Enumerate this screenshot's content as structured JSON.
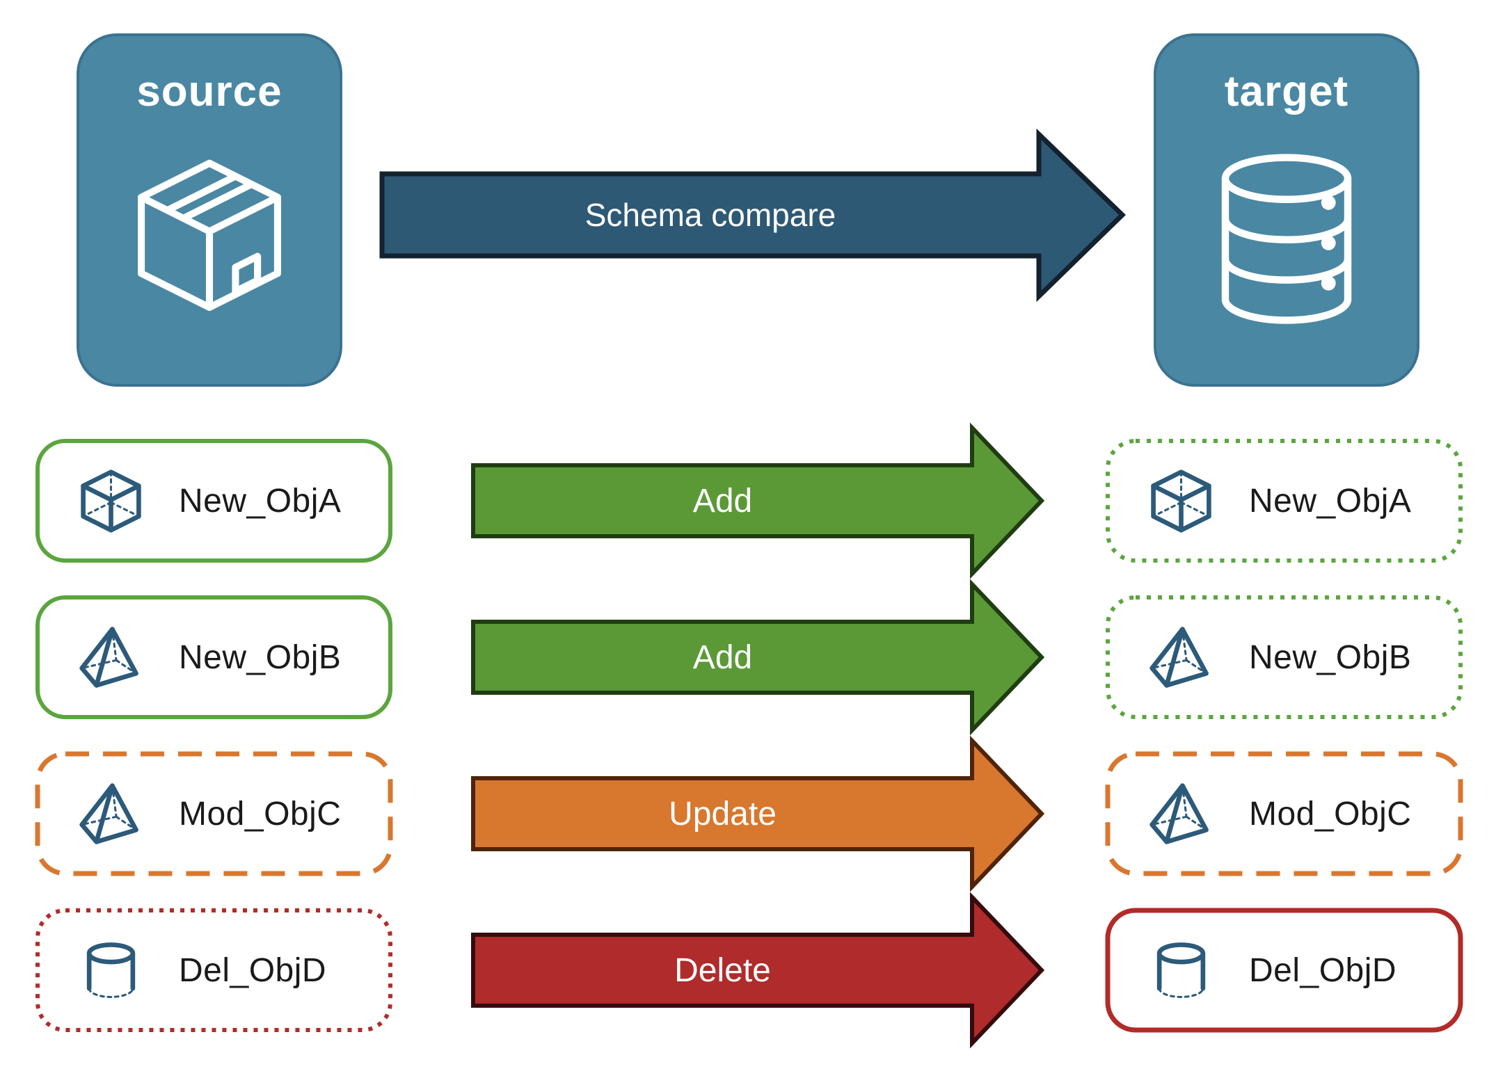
{
  "nodes": {
    "source": {
      "label": "source",
      "icon": "package-icon"
    },
    "target": {
      "label": "target",
      "icon": "database-icon"
    }
  },
  "main_arrow": {
    "label": "Schema compare"
  },
  "rows": [
    {
      "left": {
        "label": "New_ObjA",
        "icon": "cube-icon",
        "border": "solid-green"
      },
      "arrow": {
        "label": "Add",
        "action": "add"
      },
      "right": {
        "label": "New_ObjA",
        "icon": "cube-icon",
        "border": "dotted-green"
      }
    },
    {
      "left": {
        "label": "New_ObjB",
        "icon": "pyramid-icon",
        "border": "solid-green"
      },
      "arrow": {
        "label": "Add",
        "action": "add"
      },
      "right": {
        "label": "New_ObjB",
        "icon": "pyramid-icon",
        "border": "dotted-green"
      }
    },
    {
      "left": {
        "label": "Mod_ObjC",
        "icon": "pyramid-icon",
        "border": "dashed-orange"
      },
      "arrow": {
        "label": "Update",
        "action": "update"
      },
      "right": {
        "label": "Mod_ObjC",
        "icon": "pyramid-icon",
        "border": "dashed-orange"
      }
    },
    {
      "left": {
        "label": "Del_ObjD",
        "icon": "cylinder-icon",
        "border": "dotted-red"
      },
      "arrow": {
        "label": "Delete",
        "action": "delete"
      },
      "right": {
        "label": "Del_ObjD",
        "icon": "cylinder-icon",
        "border": "solid-red"
      }
    }
  ],
  "colors": {
    "node_fill": "#4A87A3",
    "node_border": "#3B7290",
    "schema_arrow_fill": "#2E5975",
    "schema_arrow_outline": "#14212E",
    "add_arrow_fill": "#5B9937",
    "add_arrow_outline": "#203D12",
    "update_arrow_fill": "#D8772E",
    "update_arrow_outline": "#4F2409",
    "delete_arrow_fill": "#B02B2B",
    "delete_arrow_outline": "#350C0E",
    "green_card_border": "#5BA53E",
    "orange_card_border": "#D9772F",
    "red_card_border": "#B22B28",
    "object_icon_stroke": "#2C5A7A",
    "label_text": "#1A1A1A",
    "white": "#FFFFFF"
  }
}
